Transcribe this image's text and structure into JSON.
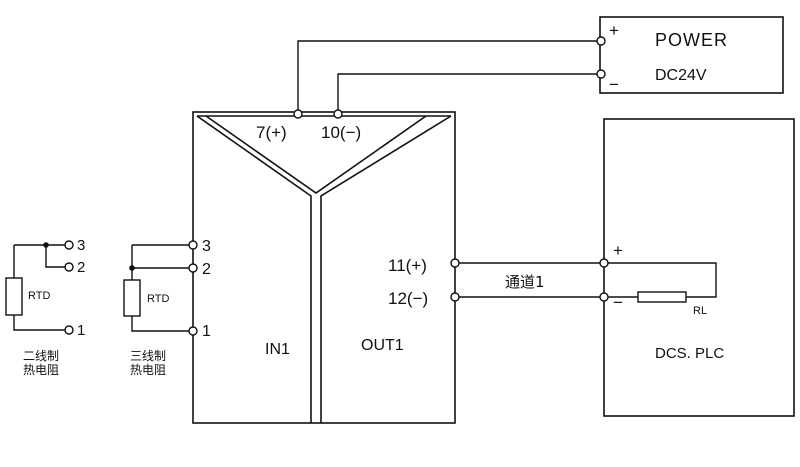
{
  "power": {
    "title": "POWER",
    "voltage": "DC24V",
    "plus": "+",
    "minus": "−"
  },
  "isolator": {
    "terminal_pos": "7(+)",
    "terminal_neg": "10(−)",
    "input_label": "IN1",
    "output_label": "OUT1",
    "out_pos": "11(+)",
    "out_neg": "12(−)",
    "channel": "通道1"
  },
  "sensor_2wire": {
    "t3": "3",
    "t2": "2",
    "t1": "1",
    "rtd": "RTD",
    "caption_line1": "二线制",
    "caption_line2": "热电阻"
  },
  "sensor_3wire": {
    "t3": "3",
    "t2": "2",
    "t1": "1",
    "rtd": "RTD",
    "caption_line1": "三线制",
    "caption_line2": "热电阻"
  },
  "plc": {
    "title": "DCS. PLC",
    "plus": "+",
    "minus": "−",
    "load": "RL"
  },
  "colors": {
    "line": "#111111",
    "background": "#ffffff"
  }
}
